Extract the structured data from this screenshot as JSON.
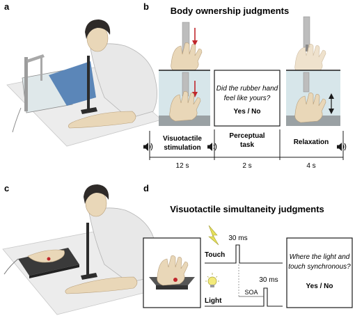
{
  "panels": {
    "a": {
      "label": "a"
    },
    "b": {
      "label": "b",
      "title": "Body ownership judgments",
      "question_line1": "Did the rubber hand",
      "question_line2": "feel like yours?",
      "answer": "Yes / No",
      "phases": [
        {
          "line1": "Visuotactile",
          "line2": "stimulation",
          "duration": "12 s"
        },
        {
          "line1": "Perceptual",
          "line2": "task",
          "duration": "2 s"
        },
        {
          "line1": "Relaxation",
          "line2": "",
          "duration": "4 s"
        }
      ]
    },
    "c": {
      "label": "c"
    },
    "d": {
      "label": "d",
      "title": "Visuotactile simultaneity judgments",
      "touch_label": "Touch",
      "light_label": "Light",
      "touch_duration": "30 ms",
      "light_duration": "30 ms",
      "soa_label": "SOA",
      "question_line1": "Where the light and",
      "question_line2": "touch synchronous?",
      "answer": "Yes / No"
    }
  },
  "colors": {
    "arrow_red": "#c0262b",
    "glass": "#d7e6ea",
    "skin": "#e9d7b8",
    "shirt": "#e8e8e8",
    "cloth": "#5b86b8",
    "bulb": "#f3ea7a",
    "lightning": "#e6e05a"
  },
  "icons": [
    "speaker-icon",
    "lightning-icon",
    "light-bulb-icon"
  ]
}
